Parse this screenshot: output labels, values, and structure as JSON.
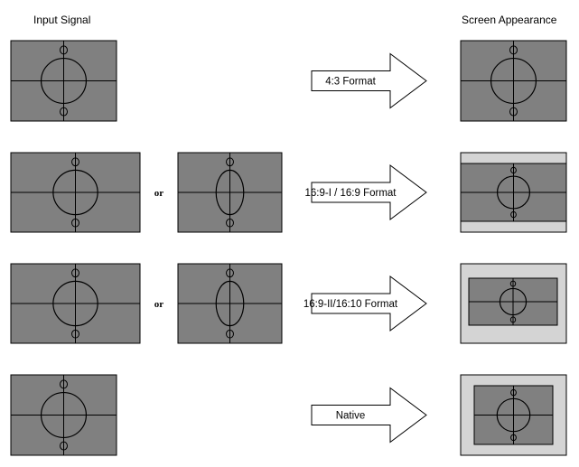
{
  "headers": {
    "input_signal": "Input Signal",
    "screen_appearance": "Screen Appearance"
  },
  "colors": {
    "screen_fill": "#808080",
    "frame_fill": "#d4d4d4",
    "stroke": "#000000",
    "background": "#ffffff"
  },
  "rows": [
    {
      "id": "4-3",
      "arrow_label": "4:3 Format",
      "inputs": [
        {
          "kind": "4:3",
          "circle": "round"
        }
      ],
      "or_label": "",
      "output": {
        "frame": "none",
        "circle": "round"
      }
    },
    {
      "id": "16-9-i",
      "arrow_label": "16:9-I / 16:9  Format",
      "inputs": [
        {
          "kind": "16:9",
          "circle": "round"
        },
        {
          "kind": "16:9",
          "circle": "tall"
        }
      ],
      "or_label": "or",
      "output": {
        "frame": "letterbox",
        "circle": "round"
      }
    },
    {
      "id": "16-9-ii",
      "arrow_label": "16:9-II/16:10 Format",
      "inputs": [
        {
          "kind": "16:9",
          "circle": "round"
        },
        {
          "kind": "16:9",
          "circle": "tall"
        }
      ],
      "or_label": "or",
      "output": {
        "frame": "windowbox",
        "circle": "round"
      }
    },
    {
      "id": "native",
      "arrow_label": "Native",
      "inputs": [
        {
          "kind": "4:3",
          "circle": "round"
        }
      ],
      "or_label": "",
      "output": {
        "frame": "windowbox-large",
        "circle": "round"
      }
    }
  ]
}
